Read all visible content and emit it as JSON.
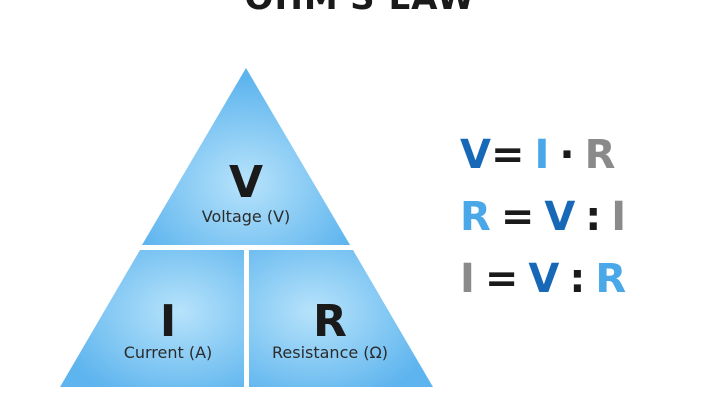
{
  "title": "OHM'S LAW",
  "triangle": {
    "top": {
      "letter": "V",
      "label": "Voltage (V)"
    },
    "left": {
      "letter": "I",
      "label": "Current (A)"
    },
    "right": {
      "letter": "R",
      "label": "Resistance (Ω)"
    }
  },
  "formulas": [
    {
      "tokens": [
        "V",
        "=",
        "I",
        "·",
        "R"
      ]
    },
    {
      "tokens": [
        "R",
        "=",
        "V",
        ":",
        "I"
      ]
    },
    {
      "tokens": [
        "I",
        "=",
        "V",
        ":",
        "R"
      ]
    }
  ],
  "colors": {
    "triangle_light": "#a9dcfa",
    "triangle_dark": "#5db4ee",
    "voltage_blue": "#1868b8",
    "light_blue": "#4aa8e8",
    "gray": "#8a8a8a",
    "text_dark": "#1a1a1a"
  }
}
